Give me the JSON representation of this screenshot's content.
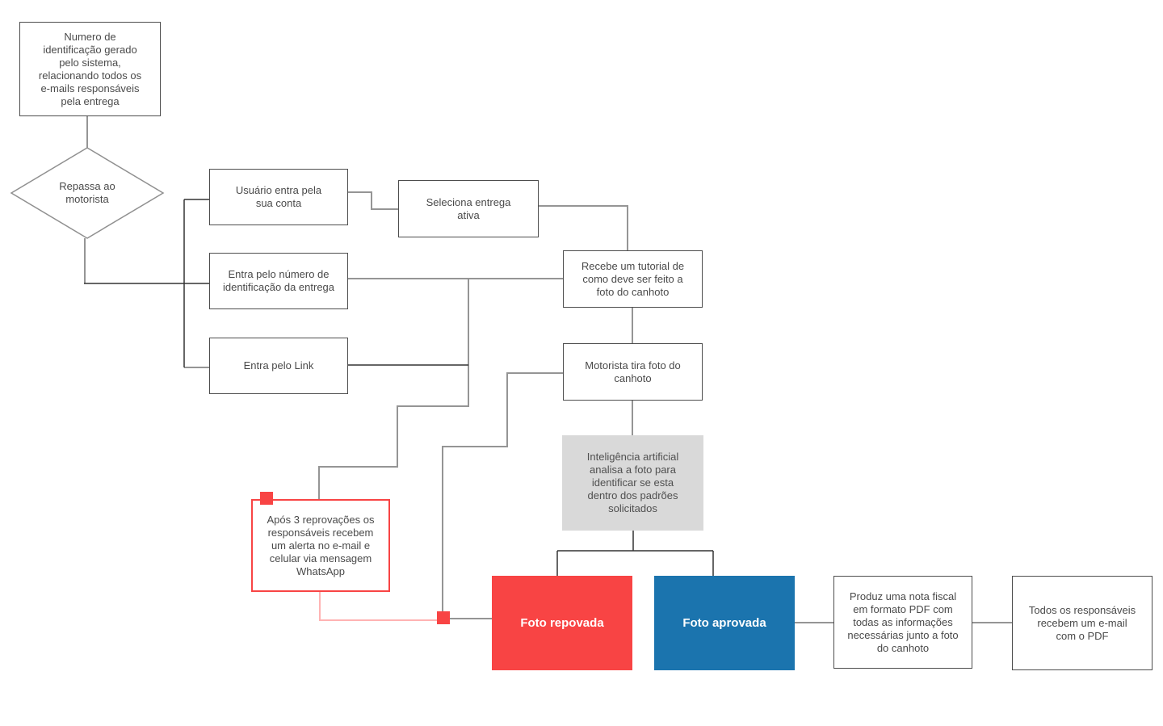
{
  "diagram": {
    "nodes": {
      "start": {
        "label": "Numero de identificação gerado pelo sistema, relacionando todos os e-mails responsáveis pela entrega"
      },
      "decision": {
        "label": "Repassa ao motorista"
      },
      "user_account": {
        "label": "Usuário entra pela sua conta"
      },
      "id_entry": {
        "label": "Entra pelo número de identificação da entrega"
      },
      "link_entry": {
        "label": "Entra pelo Link"
      },
      "select_delivery": {
        "label": "Seleciona entrega ativa"
      },
      "tutorial": {
        "label": "Recebe um tutorial de como deve ser feito a foto do canhoto"
      },
      "take_photo": {
        "label": "Motorista tira foto do canhoto"
      },
      "ai_analysis": {
        "label": "Inteligência artificial analisa a foto para identificar se esta dentro dos padrões solicitados"
      },
      "photo_rejected": {
        "label": "Foto repovada"
      },
      "photo_approved": {
        "label": "Foto aprovada"
      },
      "generate_pdf": {
        "label": "Produz uma nota fiscal em formato PDF com todas as informações necessárias junto a foto do canhoto"
      },
      "email_pdf": {
        "label": "Todos os responsáveis recebem um e-mail com o PDF"
      },
      "alert_whatsapp": {
        "label": "Após 3 reprovações os responsáveis recebem um alerta no e-mail e celular via mensagem WhatsApp"
      }
    },
    "colors": {
      "rejected_fill": "#f84444",
      "approved_fill": "#1b74ae",
      "ai_box_fill": "#d9d9d9",
      "alert_border": "#f84444",
      "marker_red": "#f84444",
      "connector_gray": "#959595",
      "connector_dark": "#333333",
      "connector_pink": "#ffb3b3",
      "box_border": "#4d4d4d",
      "text": "#4a4a4a"
    }
  }
}
